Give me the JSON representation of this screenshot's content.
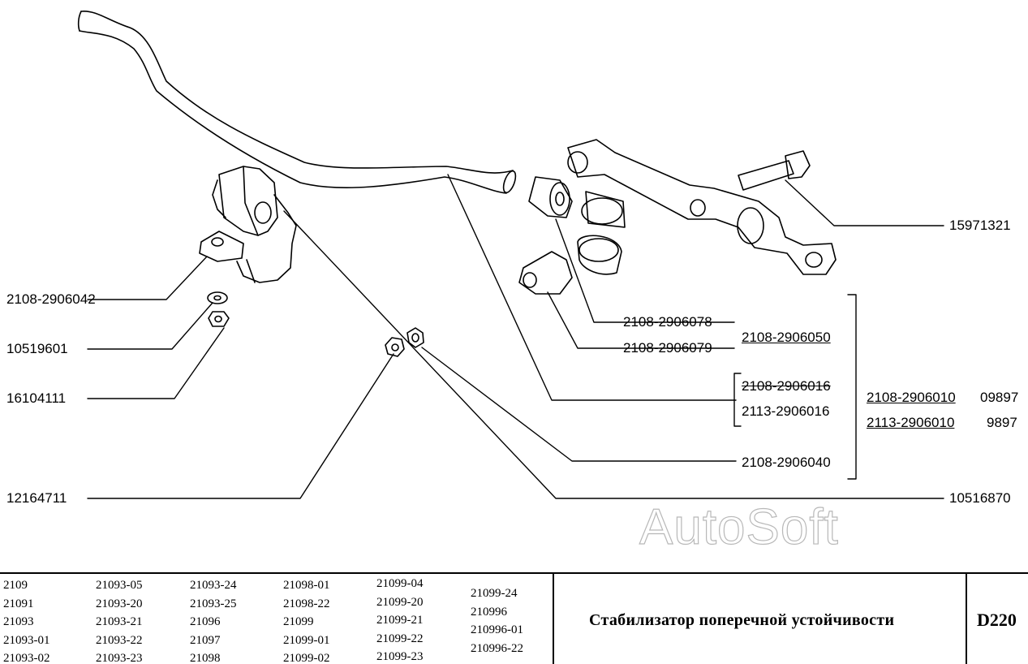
{
  "labels": {
    "l_2108_2906042": "2108-2906042",
    "l_10519601": "10519601",
    "l_16104111": "16104111",
    "l_12164711": "12164711",
    "l_15971321": "15971321",
    "l_2108_2906078": "2108-2906078",
    "l_2108_2906079": "2108-2906079",
    "l_2108_2906050": "2108-2906050",
    "l_2108_2906016": "2108-2906016",
    "l_2113_2906016": "2113-2906016",
    "l_2108_2906010": "2108-2906010",
    "l_09897": "09897",
    "l_2113_2906010": "2113-2906010",
    "l_9897": "9897",
    "l_2108_2906040": "2108-2906040",
    "l_10516870": "10516870"
  },
  "watermark": "AutoSoft",
  "footer": {
    "models": [
      [
        "2109",
        "21091",
        "21093",
        "21093-01",
        "21093-02"
      ],
      [
        "21093-05",
        "21093-20",
        "21093-21",
        "21093-22",
        "21093-23"
      ],
      [
        "21093-24",
        "21093-25",
        "21096",
        "21097",
        "21098"
      ],
      [
        "21098-01",
        "21098-22",
        "21099",
        "21099-01",
        "21099-02"
      ],
      [
        "21099-04",
        "21099-20",
        "21099-21",
        "21099-22",
        "21099-23"
      ],
      [
        "21099-24",
        "210996",
        "210996-01",
        "210996-22"
      ]
    ],
    "title": "Стабилизатор поперечной устойчивости",
    "code": "D220"
  },
  "colors": {
    "ink": "#000000",
    "paper": "#ffffff",
    "watermark_outline": "#b8b8b8"
  }
}
